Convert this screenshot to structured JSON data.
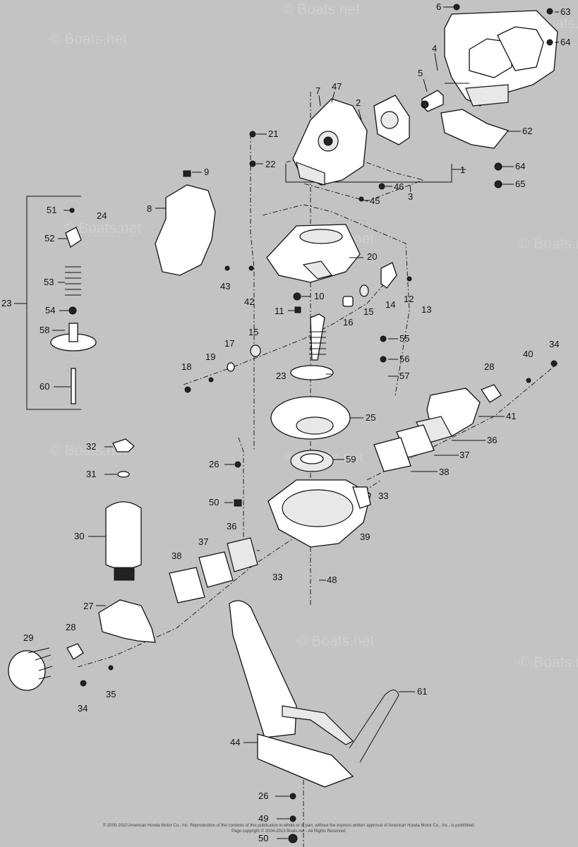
{
  "watermark": {
    "text": "© Boats.net",
    "instances": 10
  },
  "callouts": [
    "1",
    "2",
    "3",
    "4",
    "5",
    "6",
    "7",
    "8",
    "9",
    "10",
    "11",
    "12",
    "13",
    "14",
    "15",
    "15",
    "16",
    "17",
    "18",
    "19",
    "20",
    "21",
    "22",
    "23",
    "23",
    "24",
    "25",
    "26",
    "26",
    "27",
    "28",
    "28",
    "29",
    "30",
    "31",
    "32",
    "33",
    "33",
    "34",
    "34",
    "35",
    "36",
    "36",
    "37",
    "37",
    "38",
    "38",
    "39",
    "40",
    "41",
    "42",
    "43",
    "44",
    "45",
    "46",
    "47",
    "48",
    "49",
    "50",
    "50",
    "51",
    "52",
    "53",
    "54",
    "55",
    "56",
    "57",
    "58",
    "59",
    "60",
    "61",
    "62",
    "63",
    "64",
    "64",
    "65"
  ],
  "footer": {
    "line1": "© 2000-2010 American Honda Motor Co., Inc. Reproduction of the contents of this publication in whole or in part, without the express written approval of American Honda Motor Co., Inc., is prohibited.",
    "line2": "Page copyright © 2004-2013 Boats.net - All Rights Reserved."
  }
}
